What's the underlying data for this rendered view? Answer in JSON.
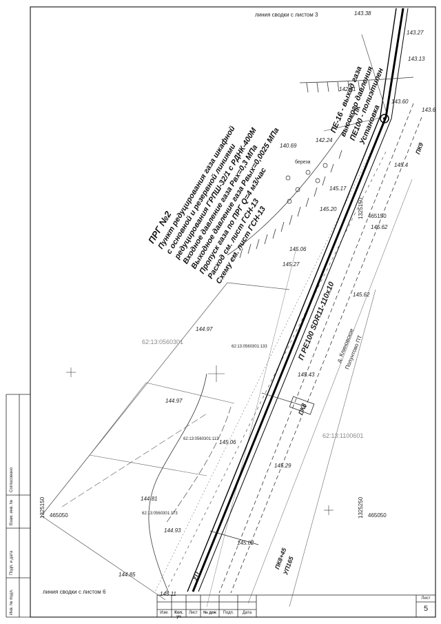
{
  "header": {
    "match_line_top": "линия сводки с листом 3",
    "match_line_bottom": "линия сводки с листом 6"
  },
  "prg_note": {
    "lines": [
      "ПРГ №2",
      "Пункт редуцирования газа шкафной",
      "с основной и резервной линиями",
      "редуцирования ГРПШ-32/1 с РДНК-400М",
      "Входное давление газа Рвх=0,3 МПа",
      "Выходное давление газа Рвых=0,0025 МПа",
      "Пропуск газа по ПРГ Q=4 м3/час",
      "Расход см. лист ГСН-13",
      "Схему см. лист ГСН-13"
    ]
  },
  "pipe_note": {
    "lines": [
      "ПЕ-16 - выход газа",
      "высокого давления",
      "ПЕ100 - полиэтилен",
      "Установка"
    ]
  },
  "pipeline_label": "П PE100 SDR11-110x10",
  "road_labels": [
    "д. Клиновское",
    "Полунтово ПТ"
  ],
  "pickets": [
    "ПК8",
    "ПК9",
    "ПК8+45",
    "УП165",
    "УП"
  ],
  "elevations": [
    "143.38",
    "143.27",
    "143.13",
    "142.61",
    "143.60",
    "143.6",
    "140.69",
    "142.24",
    "145.4",
    "145.17",
    "145.20",
    "145.62",
    "145.06",
    "145.27",
    "145.62",
    "144.97",
    "145.43",
    "144.97",
    "145.06",
    "145.29",
    "144.81",
    "144.93",
    "145.02",
    "144.85",
    "145.11"
  ],
  "parcels": [
    "62:13:0560301",
    "62:13:0560301:133",
    "62:13:0560301:173",
    "62:13:1100601",
    "62:13:0560301:113"
  ],
  "coords": [
    "465150",
    "1325150",
    "465050",
    "1325250",
    "465050",
    "1325150"
  ],
  "misc_labels": [
    "береза",
    "ПК"
  ],
  "side_stamp": {
    "labels": [
      "Согласовано",
      "Взам. инв. №",
      "Подп. и дата",
      "Инв. № подл."
    ]
  },
  "title_block": {
    "headers": [
      "Изм.",
      "Кол. уч",
      "Лист",
      "№ док",
      "Подп.",
      "Дата"
    ],
    "sheet_label": "Лист",
    "sheet_number": "5"
  }
}
